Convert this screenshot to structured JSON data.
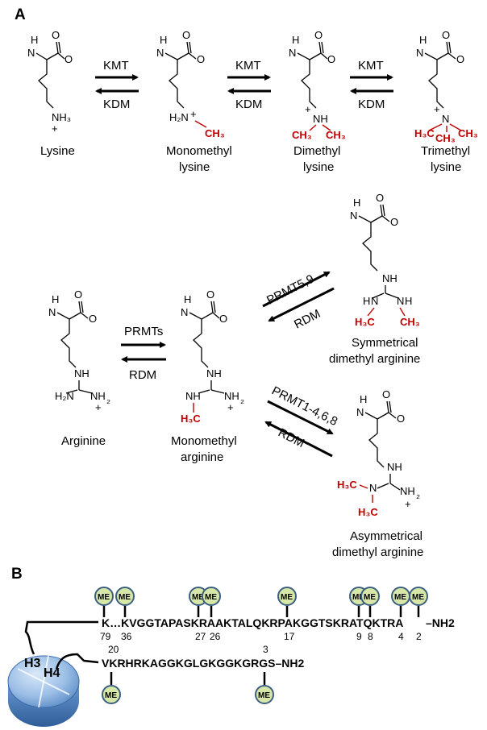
{
  "panels": {
    "a": "A",
    "b": "B"
  },
  "enzymes": {
    "kmt": "KMT",
    "kdm": "KDM",
    "prmts": "PRMTs",
    "rdm": "RDM",
    "prmt59": "PRMT5,9",
    "prmt1468": "PRMT1-4,6,8"
  },
  "lysine_labels": {
    "lysine": "Lysine",
    "mono1": "Monomethyl",
    "mono2": "lysine",
    "di1": "Dimethyl",
    "di2": "lysine",
    "tri1": "Trimethyl",
    "tri2": "lysine"
  },
  "arginine_labels": {
    "arg": "Arginine",
    "mono1": "Monomethyl",
    "mono2": "arginine",
    "sym1": "Symmetrical",
    "sym2": "dimethyl arginine",
    "asym1": "Asymmetrical",
    "asym2": "dimethyl arginine"
  },
  "atoms": {
    "h": "H",
    "n": "N",
    "o": "O",
    "nh": "NH",
    "nh2": "NH",
    "h2n": "H₂N",
    "h2": "₂",
    "h3": "₃",
    "nh3": "NH₃",
    "plus": "+",
    "ch3": "CH₃",
    "h3c": "H₃C"
  },
  "histone": {
    "h3_label": "H3",
    "h4_label": "H4",
    "h3_sequence": "K…KVGGTAPASKRAAKTALQKRPAKGGTSKRATQKTRA",
    "h3_terminus": "–NH2",
    "h4_sequence": "VKRHRKAGGKGLGKGGKGRGS–NH2",
    "me_label": "ME",
    "h3_positions": [
      "79",
      "36",
      "27",
      "26",
      "17",
      "9",
      "8",
      "4",
      "2"
    ],
    "h4_positions": [
      "20",
      "3"
    ]
  }
}
